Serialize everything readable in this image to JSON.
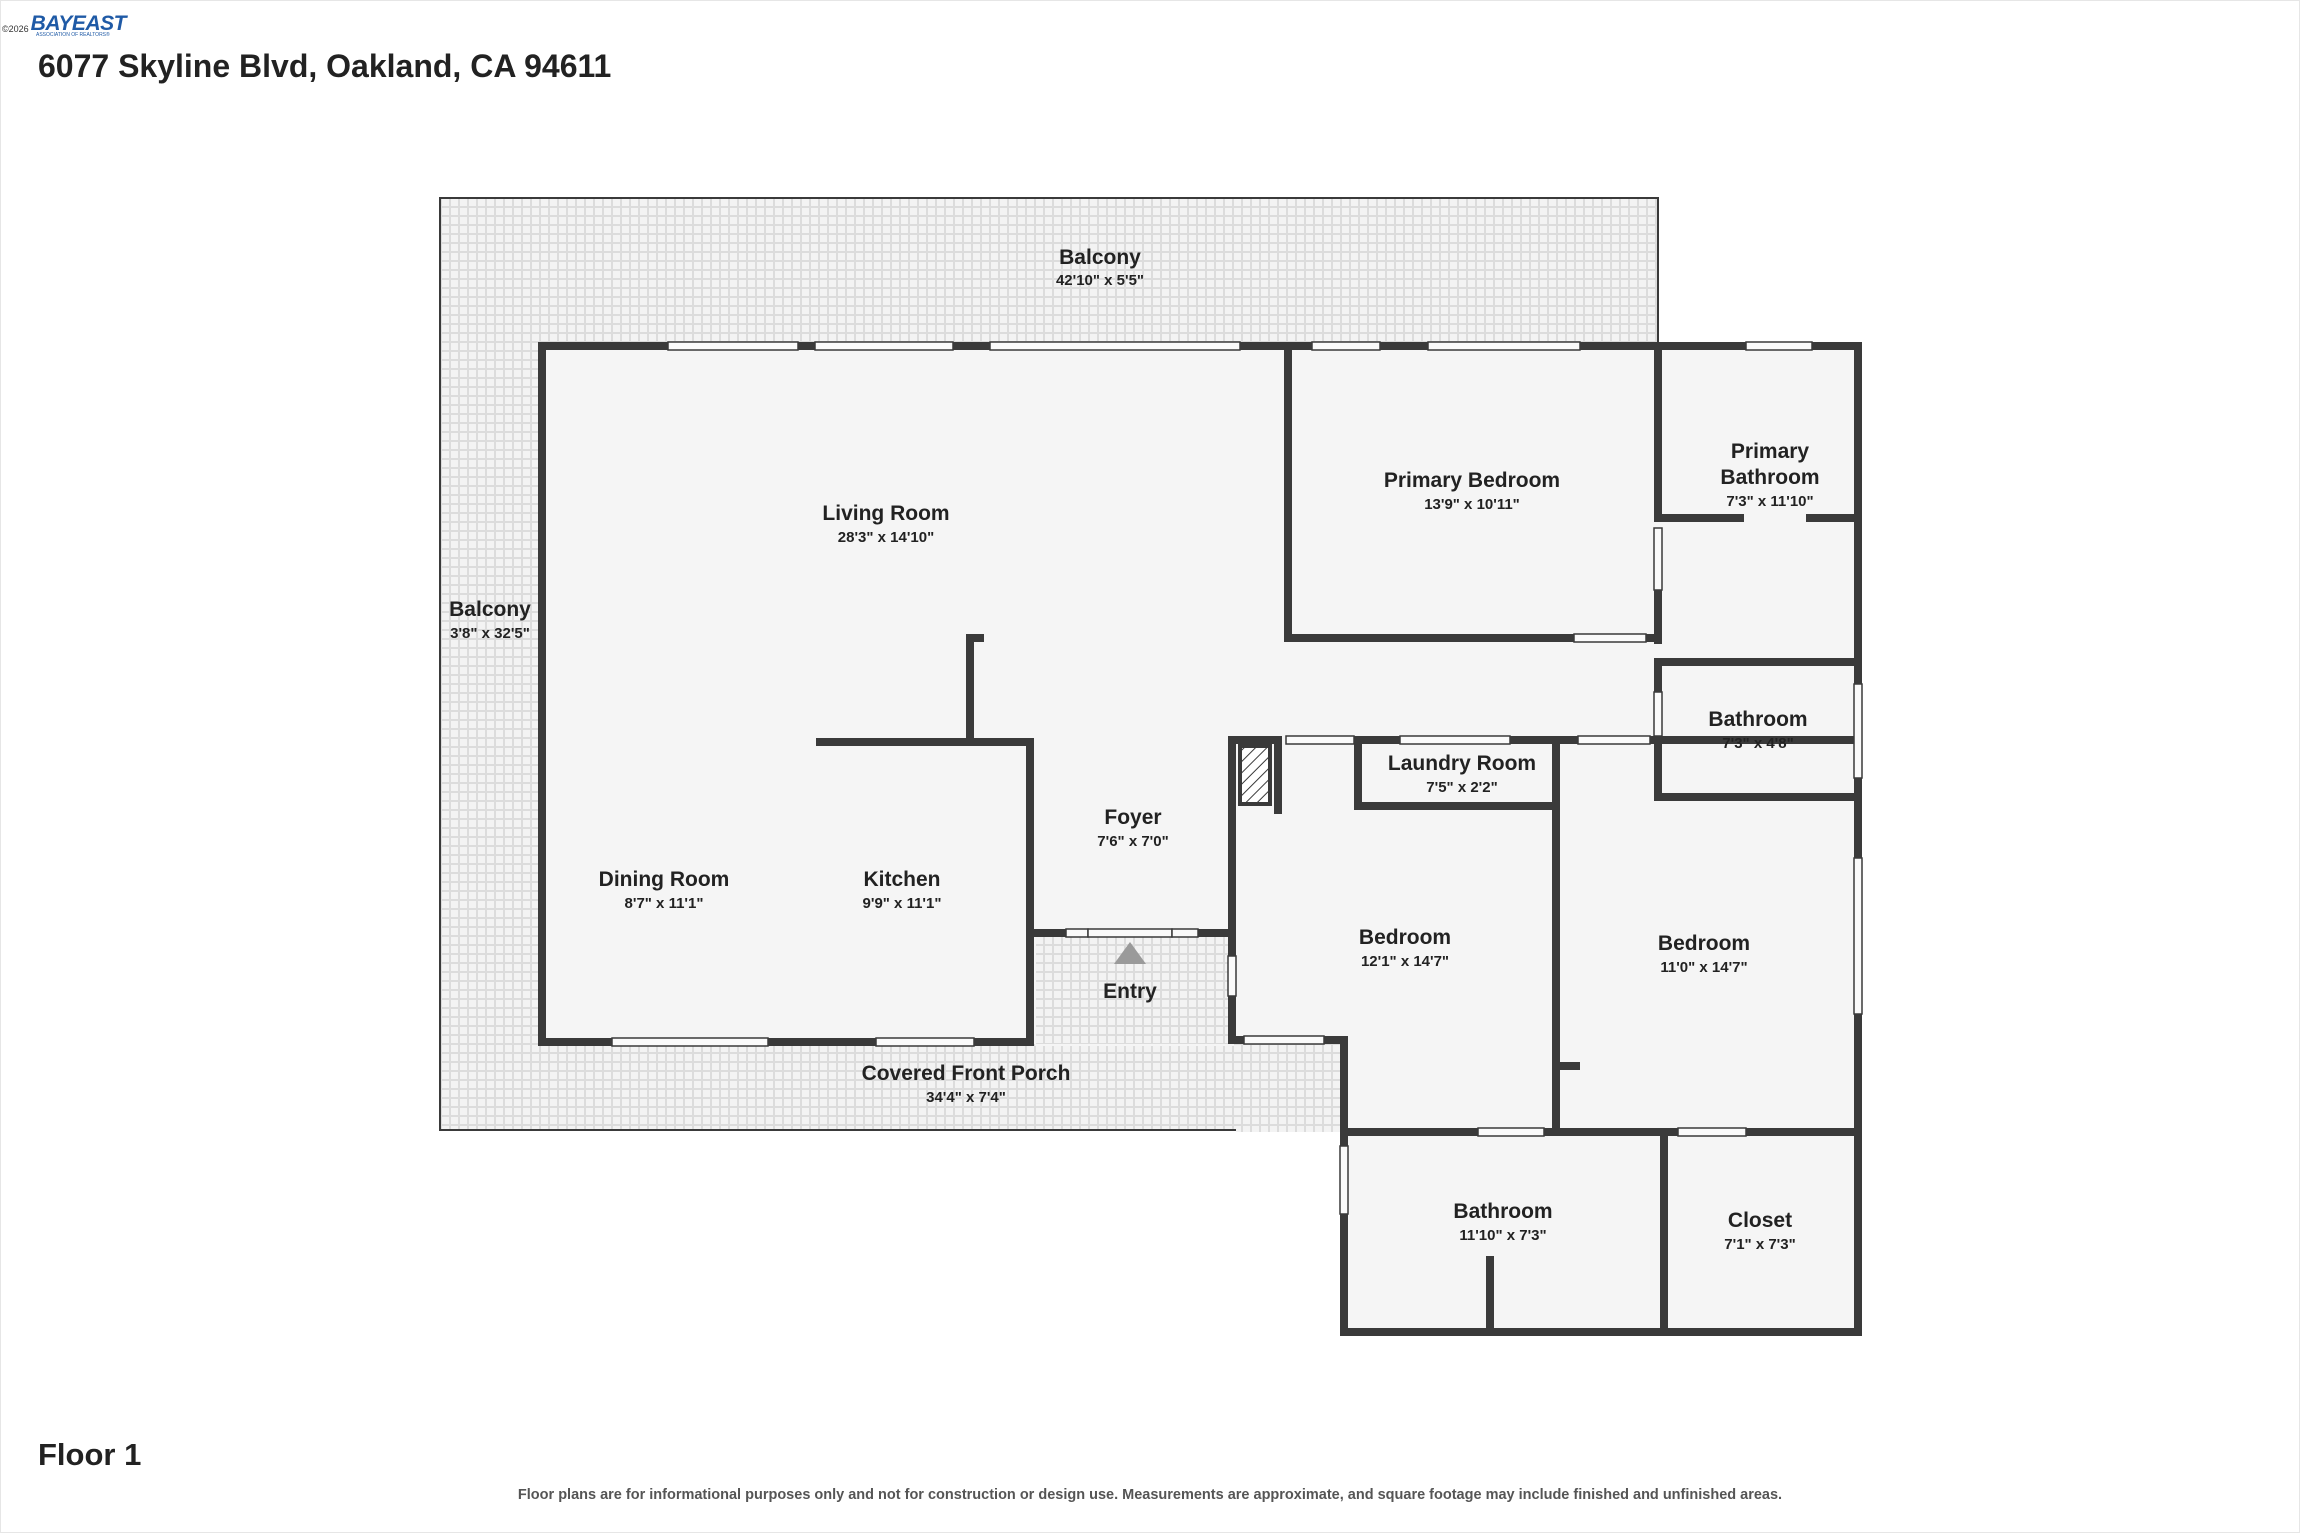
{
  "header": {
    "copyright": "©2026",
    "logo_text": "BAYEAST",
    "logo_subtext": "ASSOCIATION OF REALTORS®",
    "address": "6077 Skyline Blvd, Oakland, CA 94611"
  },
  "floor_label": "Floor 1",
  "disclaimer": "Floor plans are for informational purposes only and not for construction or design use. Measurements are approximate, and square footage may include finished and unfinished areas.",
  "rooms": {
    "balcony_top": {
      "name": "Balcony",
      "dims": "42'10\" x 5'5\""
    },
    "balcony_left": {
      "name": "Balcony",
      "dims": "3'8\" x 32'5\""
    },
    "living_room": {
      "name": "Living Room",
      "dims": "28'3\" x 14'10\""
    },
    "primary_bedroom": {
      "name": "Primary Bedroom",
      "dims": "13'9\" x 10'11\""
    },
    "primary_bathroom": {
      "name_line1": "Primary",
      "name_line2": "Bathroom",
      "dims": "7'3\" x 11'10\""
    },
    "bathroom_hall": {
      "name": "Bathroom",
      "dims": "7'3\" x 4'8\""
    },
    "laundry_room": {
      "name": "Laundry Room",
      "dims": "7'5\" x 2'2\""
    },
    "foyer": {
      "name": "Foyer",
      "dims": "7'6\" x 7'0\""
    },
    "dining_room": {
      "name": "Dining Room",
      "dims": "8'7\" x 11'1\""
    },
    "kitchen": {
      "name": "Kitchen",
      "dims": "9'9\" x 11'1\""
    },
    "bedroom_a": {
      "name": "Bedroom",
      "dims": "12'1\" x 14'7\""
    },
    "bedroom_b": {
      "name": "Bedroom",
      "dims": "11'0\" x 14'7\""
    },
    "entry": {
      "name": "Entry"
    },
    "porch": {
      "name": "Covered Front Porch",
      "dims": "34'4\" x 7'4\""
    },
    "bathroom_lower": {
      "name": "Bathroom",
      "dims": "11'10\" x 7'3\""
    },
    "closet": {
      "name": "Closet",
      "dims": "7'1\" x 7'3\""
    }
  },
  "colors": {
    "wall": "#3a3a3a",
    "floor": "#f4f4f4",
    "deck": "#eeeeee",
    "window": "#f8f8f8"
  }
}
